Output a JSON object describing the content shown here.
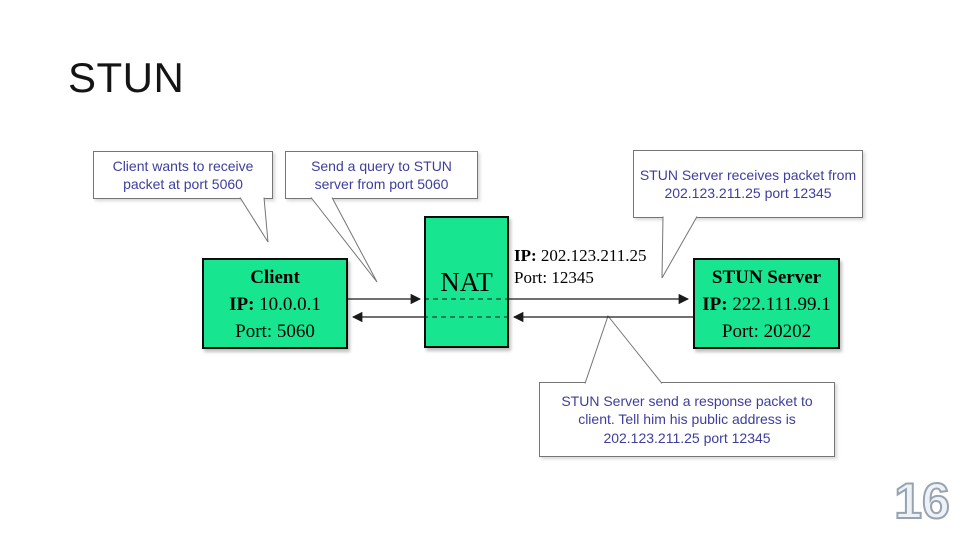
{
  "slide": {
    "title": "STUN",
    "page_number": "16"
  },
  "colors": {
    "node_fill": "#17e590",
    "node_border": "#0b0b0b",
    "callout_text": "#3e3e9d",
    "callout_border": "#757575",
    "connector": "#1a1a1a",
    "page_number_fill": "#eef2f6",
    "page_number_outline": "#97a3b2"
  },
  "callouts": [
    {
      "text": "Client wants to receive packet at port 5060"
    },
    {
      "text": "Send a query to STUN server from port 5060"
    },
    {
      "text": "STUN Server receives packet from 202.123.211.25 port 12345"
    },
    {
      "text": "STUN Server send a response packet to client. Tell him his public address is 202.123.211.25 port 12345"
    }
  ],
  "nodes": {
    "client": {
      "title": "Client",
      "ip_label": "IP:",
      "ip_value": "10.0.0.1",
      "port_label": "Port:",
      "port_value": "5060"
    },
    "nat": {
      "title": "NAT"
    },
    "stun_server": {
      "title": "STUN Server",
      "ip_label": "IP:",
      "ip_value": "222.111.99.1",
      "port_label": "Port:",
      "port_value": "20202"
    }
  },
  "nat_mapping": {
    "ip_label": "IP:",
    "ip_value": "202.123.211.25",
    "port_label": "Port:",
    "port_value": "12345"
  }
}
